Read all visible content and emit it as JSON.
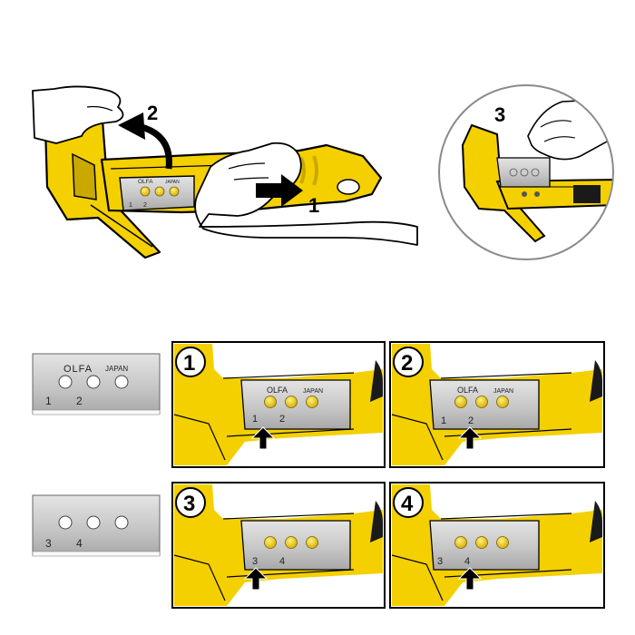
{
  "top_illustration": {
    "step1": "1",
    "step2": "2",
    "step3": "3",
    "blade_brand": "OLFA",
    "blade_origin": "JAPAN",
    "edge_1": "1",
    "edge_2": "2"
  },
  "blade_reference": [
    {
      "brand": "OLFA",
      "origin": "JAPAN",
      "left_num": "1",
      "right_num": "2"
    },
    {
      "left_num": "3",
      "right_num": "4"
    }
  ],
  "panels": [
    {
      "badge": "1",
      "brand": "OLFA",
      "origin": "JAPAN",
      "left_num": "1",
      "right_num": "2"
    },
    {
      "badge": "2",
      "brand": "OLFA",
      "origin": "JAPAN",
      "left_num": "1",
      "right_num": "2"
    },
    {
      "badge": "3",
      "left_num": "3",
      "right_num": "4"
    },
    {
      "badge": "4",
      "left_num": "3",
      "right_num": "4"
    }
  ],
  "colors": {
    "yellow": "#f4d000",
    "yellow_dark": "#c9a900",
    "blade": "#c8c8c8",
    "outline": "#000000"
  }
}
